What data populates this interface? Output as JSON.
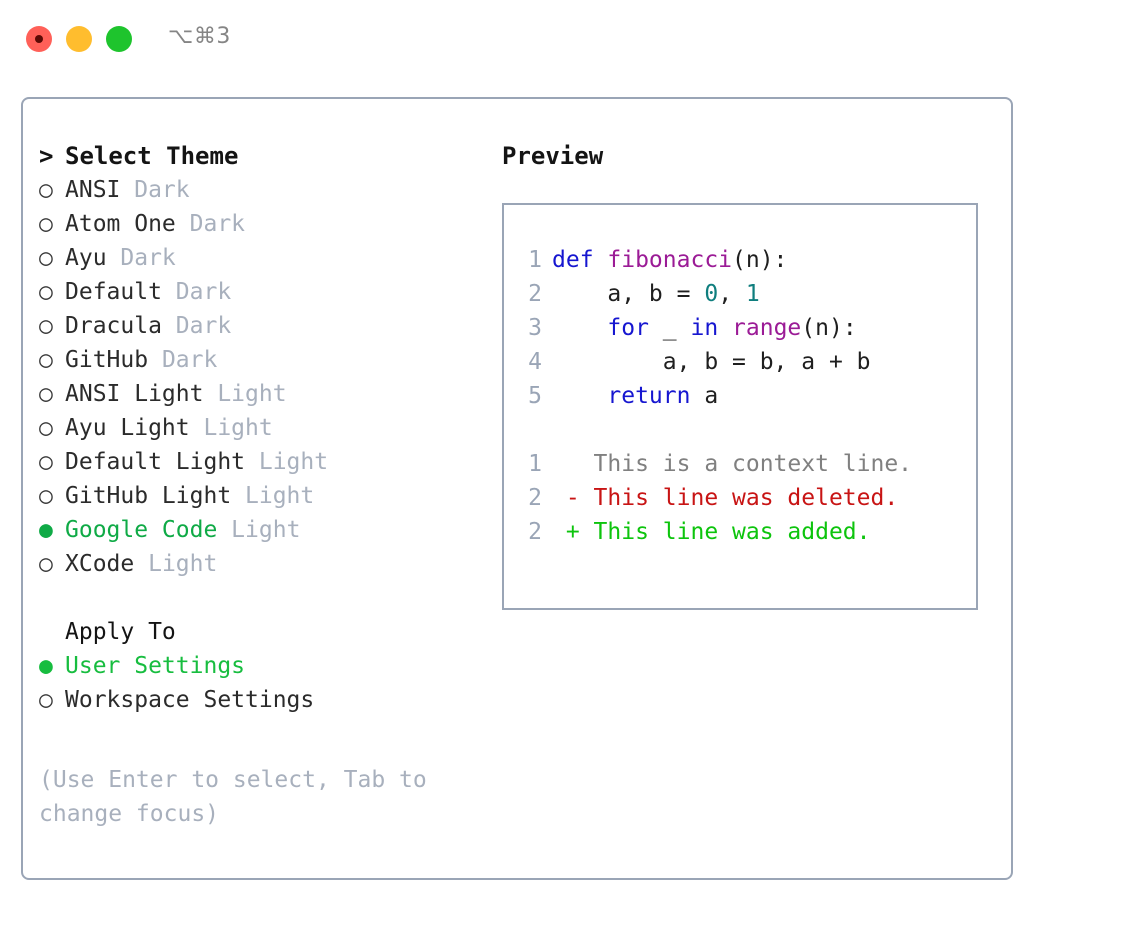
{
  "titlebar": {
    "shortcut": "⌥⌘3",
    "buttons": [
      {
        "name": "close",
        "color": "#ff6058"
      },
      {
        "name": "minimize",
        "color": "#ffbd2e"
      },
      {
        "name": "maximize",
        "color": "#1ec42d"
      }
    ]
  },
  "colors": {
    "border": "#9aa5b6",
    "accent_green": "#0faa46",
    "apply_green": "#17bd3f",
    "muted": "#a8b0bd",
    "keyword_blue": "#1616d0",
    "function_purple": "#9b1b96",
    "number_teal": "#0f7e7e",
    "diff_added": "#0dc40d",
    "diff_deleted": "#c81414",
    "diff_context": "#808080"
  },
  "theme_picker": {
    "prompt_marker": ">",
    "heading": "Select Theme",
    "marker_selected": "●",
    "marker_unselected": "○",
    "items": [
      {
        "name": "ANSI",
        "kind": "Dark",
        "selected": false
      },
      {
        "name": "Atom One",
        "kind": "Dark",
        "selected": false
      },
      {
        "name": "Ayu",
        "kind": "Dark",
        "selected": false
      },
      {
        "name": "Default",
        "kind": "Dark",
        "selected": false
      },
      {
        "name": "Dracula",
        "kind": "Dark",
        "selected": false
      },
      {
        "name": "GitHub",
        "kind": "Dark",
        "selected": false
      },
      {
        "name": "ANSI Light",
        "kind": "Light",
        "selected": false
      },
      {
        "name": "Ayu Light",
        "kind": "Light",
        "selected": false
      },
      {
        "name": "Default Light",
        "kind": "Light",
        "selected": false
      },
      {
        "name": "GitHub Light",
        "kind": "Light",
        "selected": false
      },
      {
        "name": "Google Code",
        "kind": "Light",
        "selected": true
      },
      {
        "name": "XCode",
        "kind": "Light",
        "selected": false
      }
    ]
  },
  "apply_to": {
    "heading": "Apply To",
    "options": [
      {
        "label": "User Settings",
        "selected": true
      },
      {
        "label": "Workspace Settings",
        "selected": false
      }
    ]
  },
  "hint": {
    "line1": "(Use Enter to select, Tab to",
    "line2": "change focus)"
  },
  "preview": {
    "title": "Preview",
    "code_lines": [
      {
        "no": "1",
        "tokens": [
          {
            "t": "def ",
            "c": "kw"
          },
          {
            "t": "fibonacci",
            "c": "fn"
          },
          {
            "t": "(n):",
            "c": "pl"
          }
        ]
      },
      {
        "no": "2",
        "tokens": [
          {
            "t": "    a, b = ",
            "c": "pl"
          },
          {
            "t": "0",
            "c": "num"
          },
          {
            "t": ", ",
            "c": "pl"
          },
          {
            "t": "1",
            "c": "num"
          }
        ]
      },
      {
        "no": "3",
        "tokens": [
          {
            "t": "    ",
            "c": "pl"
          },
          {
            "t": "for",
            "c": "kw"
          },
          {
            "t": " _ ",
            "c": "pl"
          },
          {
            "t": "in",
            "c": "kw"
          },
          {
            "t": " ",
            "c": "pl"
          },
          {
            "t": "range",
            "c": "fn"
          },
          {
            "t": "(n):",
            "c": "pl"
          }
        ]
      },
      {
        "no": "4",
        "tokens": [
          {
            "t": "        a, b = b, a + b",
            "c": "pl"
          }
        ]
      },
      {
        "no": "5",
        "tokens": [
          {
            "t": "    ",
            "c": "pl"
          },
          {
            "t": "return",
            "c": "kw"
          },
          {
            "t": " a",
            "c": "pl"
          }
        ]
      }
    ],
    "diff_lines": [
      {
        "no": "1",
        "sign": " ",
        "text": "This is a context line.",
        "kind": "diff-ctx"
      },
      {
        "no": "2",
        "sign": "-",
        "text": "This line was deleted.",
        "kind": "diff-del"
      },
      {
        "no": "2",
        "sign": "+",
        "text": "This line was added.",
        "kind": "diff-add"
      }
    ]
  }
}
